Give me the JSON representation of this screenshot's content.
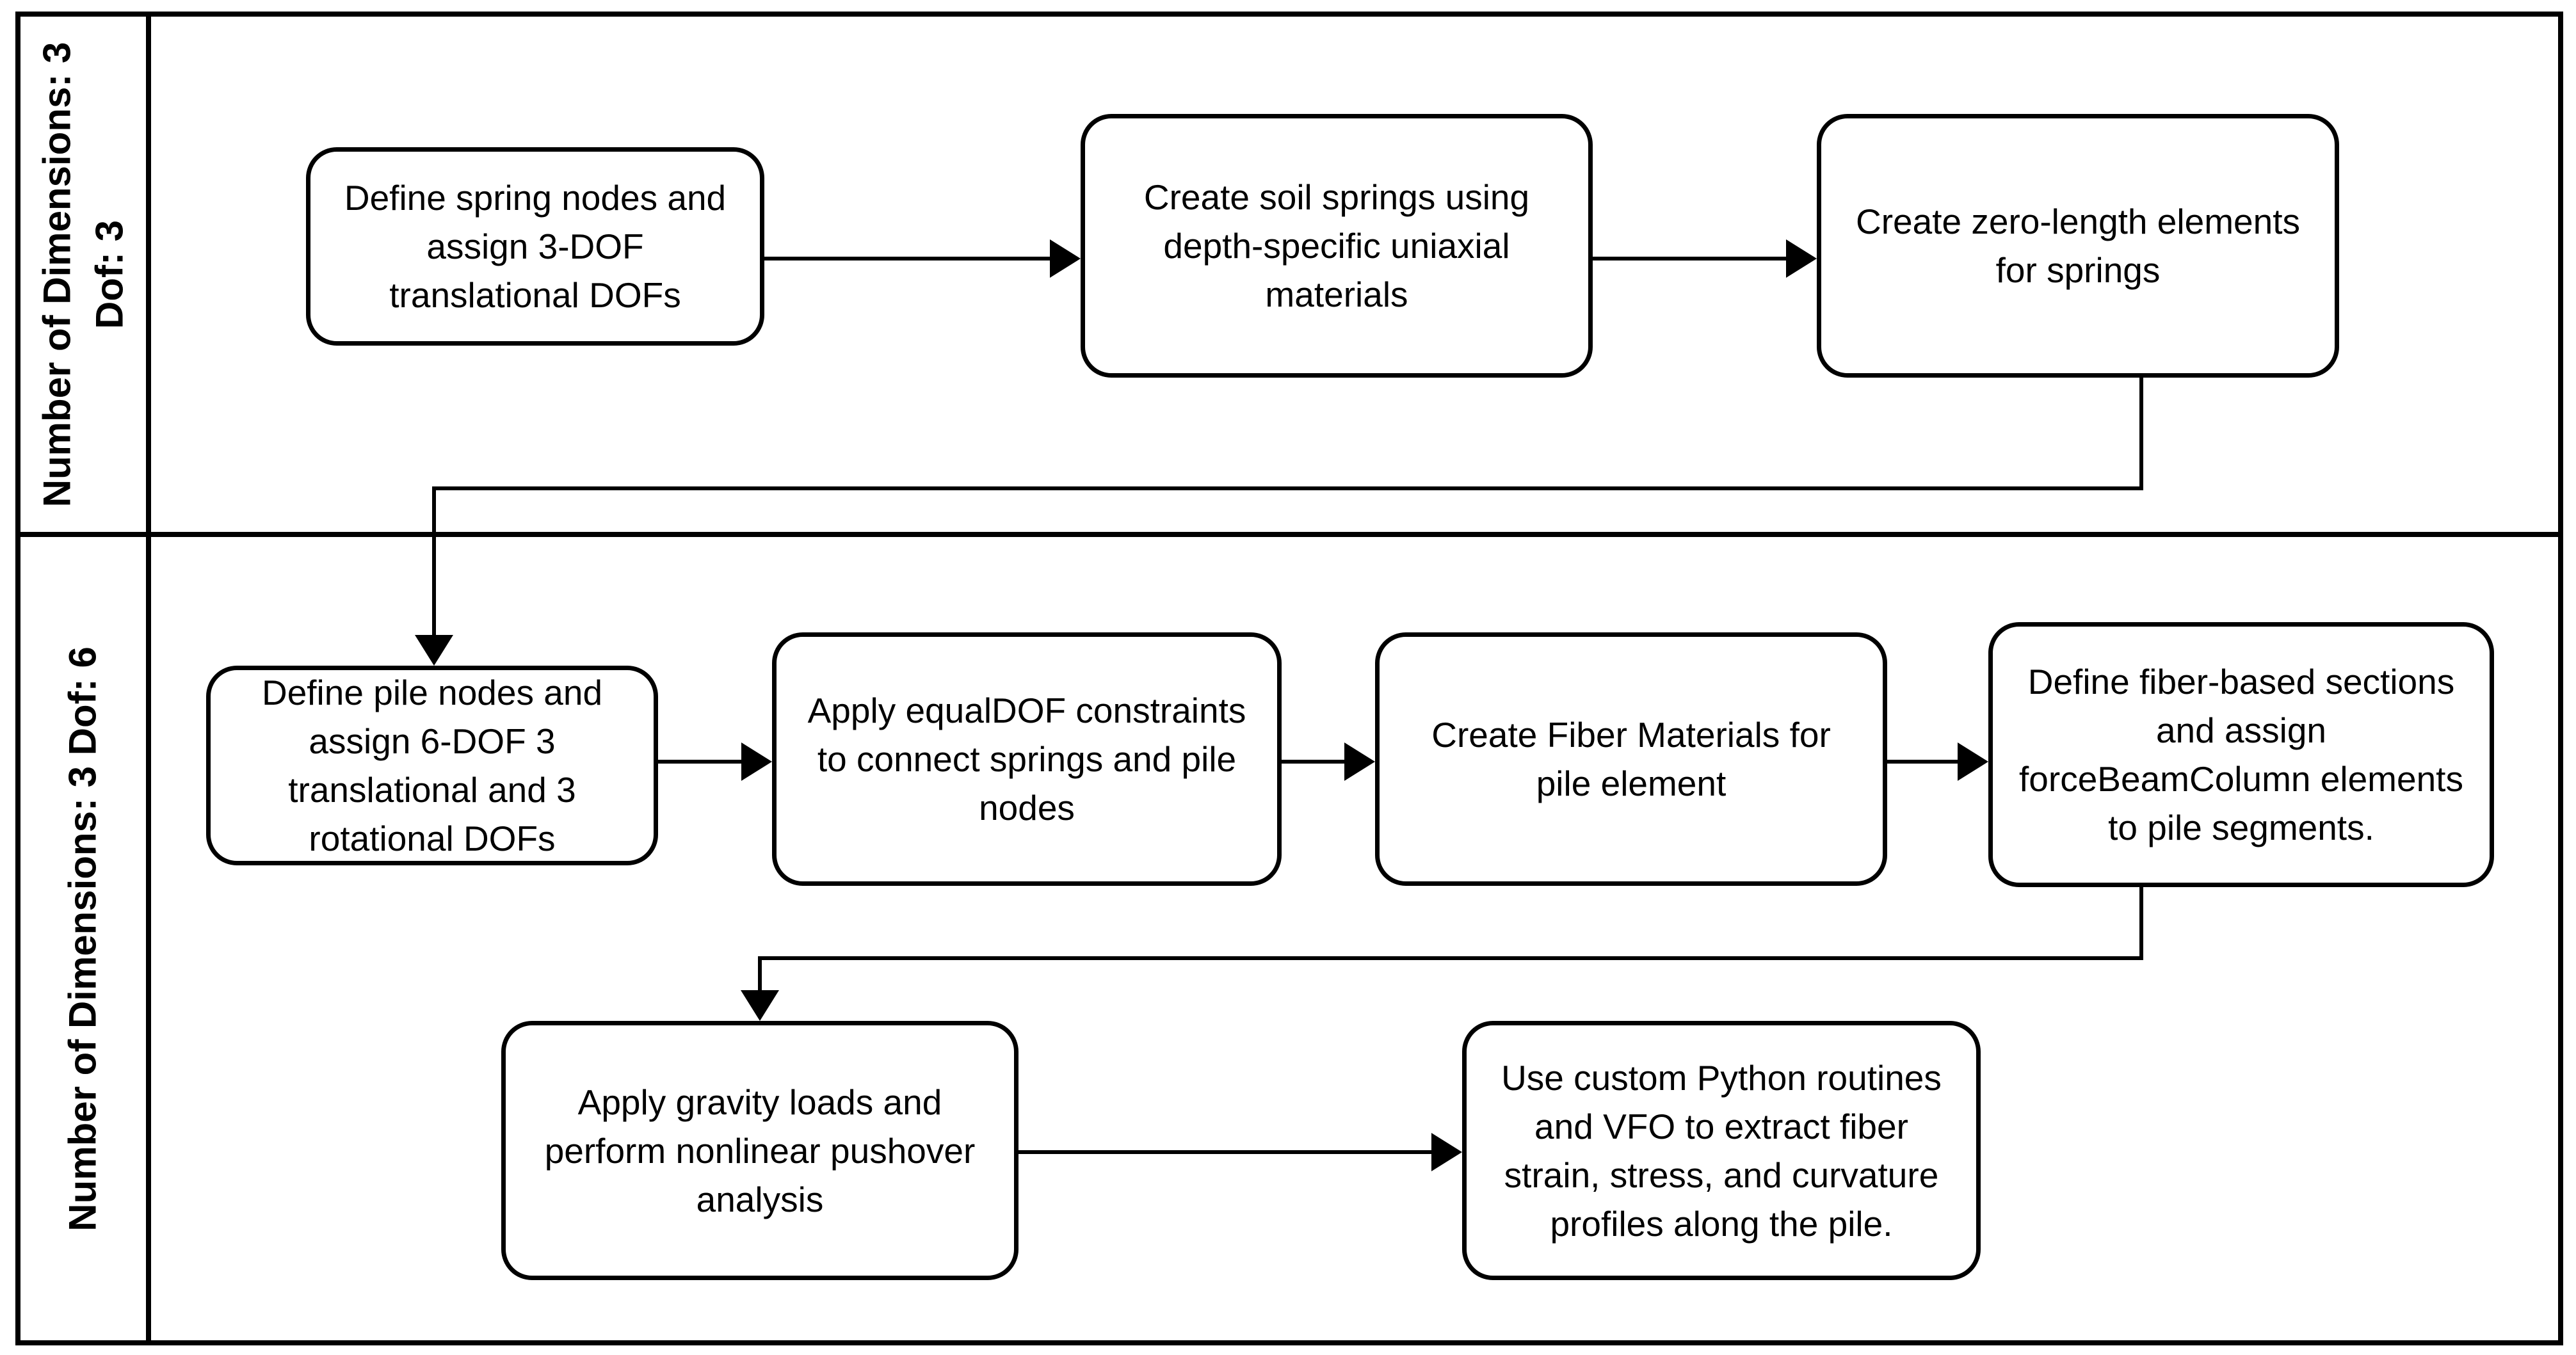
{
  "colors": {
    "stroke": "#000000",
    "background": "#ffffff"
  },
  "lanes": [
    {
      "label": "Number of Dimensions: 3\nDof: 3"
    },
    {
      "label": "Number of Dimensions: 3 Dof: 6"
    }
  ],
  "nodes": [
    {
      "text": "Define spring nodes and\nassign 3-DOF\ntranslational DOFs"
    },
    {
      "text": "Create soil springs using\ndepth-specific uniaxial\nmaterials"
    },
    {
      "text": "Create zero-length elements\nfor springs"
    },
    {
      "text": "Define pile nodes and\nassign 6-DOF 3\ntranslational and 3\nrotational DOFs"
    },
    {
      "text": "Apply equalDOF constraints\nto connect springs and pile\nnodes"
    },
    {
      "text": "Create Fiber Materials for\npile element"
    },
    {
      "text": "Define fiber-based sections\nand assign\nforceBeamColumn elements\nto pile segments."
    },
    {
      "text": "Apply gravity loads and\nperform nonlinear pushover\nanalysis"
    },
    {
      "text": "Use custom Python routines\nand VFO to extract fiber\nstrain, stress, and curvature\nprofiles along the pile."
    }
  ]
}
